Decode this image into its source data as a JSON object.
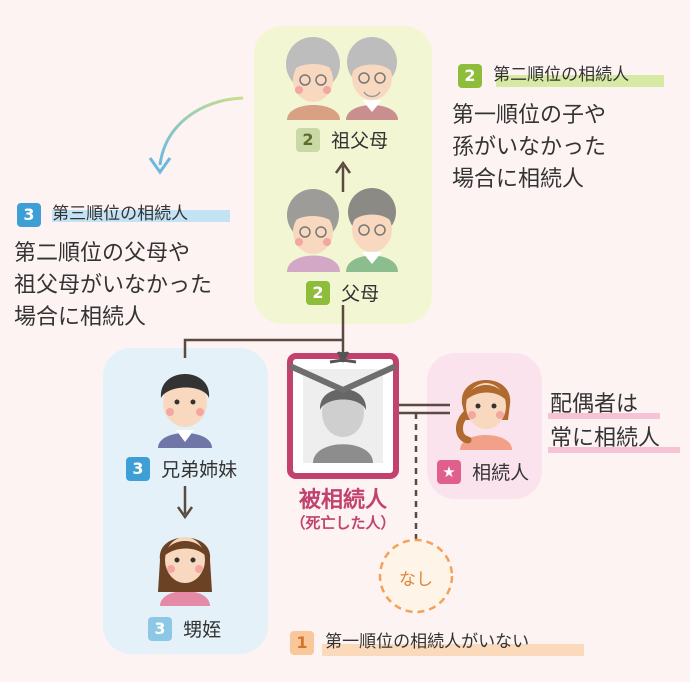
{
  "colors": {
    "background": "#fdf3f3",
    "parents_box": "#f3f6d2",
    "siblings_box": "#e4f1f8",
    "spouse_box": "#fbe3ee",
    "rank1": "#f5a05a",
    "rank2": "#8ebd3c",
    "rank3": "#3d9fd6",
    "deceased": "#c2416e"
  },
  "rank2": {
    "badge": "2",
    "heading": "第二順位の相続人",
    "description": "第一順位の子や\n孫がいなかった\n場合に相続人"
  },
  "rank3": {
    "badge": "3",
    "heading": "第三順位の相続人",
    "description": "第二順位の父母や\n祖父母がいなかった\n場合に相続人"
  },
  "rank1": {
    "badge": "1",
    "heading": "第一順位の相続人がいない",
    "none_label": "なし"
  },
  "grandparents": {
    "badge": "2",
    "label": "祖父母"
  },
  "parents": {
    "badge": "2",
    "label": "父母"
  },
  "siblings": {
    "badge": "3",
    "label": "兄弟姉妹"
  },
  "nephews": {
    "badge": "3",
    "label": "甥姪"
  },
  "deceased": {
    "label": "被相続人",
    "sublabel": "（死亡した人）"
  },
  "spouse": {
    "badge_icon": "star-icon",
    "label": "相続人",
    "note": "配偶者は\n常に相続人"
  }
}
